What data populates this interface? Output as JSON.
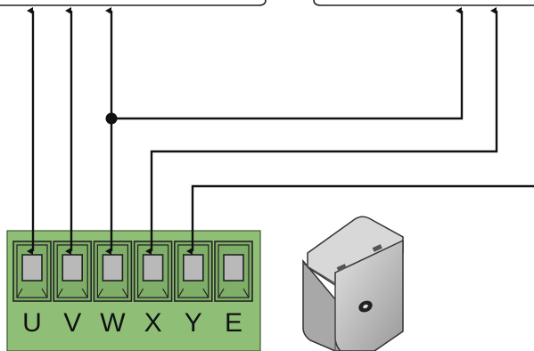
{
  "terminal_block": {
    "color": "#8fbf77",
    "terminals": [
      {
        "label": "U"
      },
      {
        "label": "V"
      },
      {
        "label": "W"
      },
      {
        "label": "X"
      },
      {
        "label": "Y"
      },
      {
        "label": "E"
      }
    ]
  },
  "colors": {
    "wire": "#111111",
    "block_fill": "#8fbf77",
    "screw_fill": "#b9b9b9",
    "enclosure": "#bdbdbd"
  },
  "icons": {
    "enclosure": "control-box-icon",
    "junction": "junction-dot"
  }
}
